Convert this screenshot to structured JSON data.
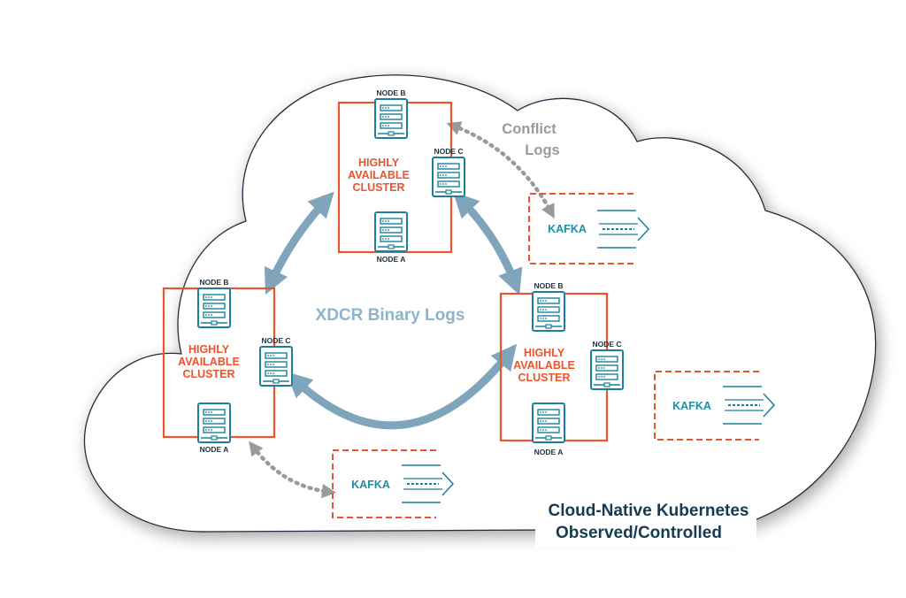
{
  "colors": {
    "cluster_border": "#e8552e",
    "cluster_text": "#e8552e",
    "server_teal": "#1a7f9a",
    "server_fill": "#ffffff",
    "node_label": "#1d2f3f",
    "xdcr_arrow": "#7fa5bd",
    "xdcr_text": "#8fb3c8",
    "conflict_arrow": "#9a9a9a",
    "conflict_text": "#9a9a9a",
    "kafka_border": "#e8552e",
    "kafka_text": "#1a8fa6",
    "cloud_stroke": "#1d2f3f",
    "footer_text": "#163a4f"
  },
  "clusters": [
    {
      "id": "top",
      "label": [
        "HIGHLY",
        "AVAILABLE",
        "CLUSTER"
      ],
      "nodes": {
        "b": "NODE B",
        "c": "NODE C",
        "a": "NODE A"
      }
    },
    {
      "id": "left",
      "label": [
        "HIGHLY",
        "AVAILABLE",
        "CLUSTER"
      ],
      "nodes": {
        "b": "NODE B",
        "c": "NODE C",
        "a": "NODE A"
      }
    },
    {
      "id": "right",
      "label": [
        "HIGHLY",
        "AVAILABLE",
        "CLUSTER"
      ],
      "nodes": {
        "b": "NODE B",
        "c": "NODE C",
        "a": "NODE A"
      }
    }
  ],
  "xdcr_label": "XDCR Binary Logs",
  "conflict_label": [
    "Conflict",
    "Logs"
  ],
  "kafka_label": "KAFKA",
  "footer": [
    "Cloud-Native Kubernetes",
    "Observed/Controlled"
  ],
  "icons": [
    "server-rack-icon",
    "kafka-stream-icon"
  ]
}
